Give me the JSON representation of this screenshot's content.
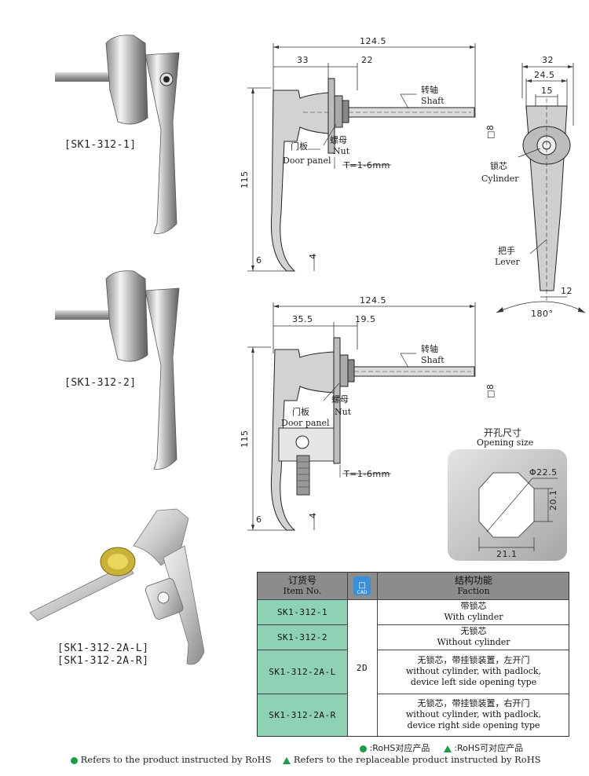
{
  "products": [
    {
      "label": "[SK1-312-1]"
    },
    {
      "label": "[SK1-312-2]"
    },
    {
      "label_l": "[SK1-312-2A-L]",
      "label_r": "[SK1-312-2A-R]"
    }
  ],
  "drawing1": {
    "dim_total": "124.5",
    "dim_left": "33",
    "dim_right": "22",
    "dim_height": "115",
    "dim_6": "6",
    "dim_4": "4",
    "dim_sq": "□8",
    "dim_t": "T=1-6mm",
    "shaft_cn": "转轴",
    "shaft_en": "Shaft",
    "nut_cn": "螺母",
    "nut_en": "Nut",
    "panel_cn": "门板",
    "panel_en": "Door panel"
  },
  "front_view": {
    "dim_32": "32",
    "dim_245": "24.5",
    "dim_15": "15",
    "dim_12": "12",
    "angle": "180°",
    "cyl_cn": "锁芯",
    "cyl_en": "Cylinder",
    "lever_cn": "把手",
    "lever_en": "Lever"
  },
  "drawing2": {
    "dim_total": "124.5",
    "dim_left": "35.5",
    "dim_right": "19.5",
    "dim_height": "115",
    "dim_6": "6",
    "dim_4": "4",
    "dim_sq": "□8",
    "dim_t": "T=1-6mm",
    "shaft_cn": "转轴",
    "shaft_en": "Shaft",
    "nut_cn": "螺母",
    "nut_en": "Nut",
    "panel_cn": "门板",
    "panel_en": "Door panel"
  },
  "opening": {
    "title_cn": "开孔尺寸",
    "title_en": "Opening size",
    "dia": "Φ22.5",
    "w": "21.1",
    "h": "20.1"
  },
  "table": {
    "col1_cn": "订货号",
    "col1_en": "Item No.",
    "cad_label": "CAD",
    "col3_cn": "结构功能",
    "col3_en": "Faction",
    "cad_value": "2D",
    "rows": [
      {
        "item": "SK1-312-1",
        "fn_cn": "带锁芯",
        "fn_en1": "With cylinder",
        "fn_en2": ""
      },
      {
        "item": "SK1-312-2",
        "fn_cn": "无锁芯",
        "fn_en1": "Without cylinder",
        "fn_en2": ""
      },
      {
        "item": "SK1-312-2A-L",
        "fn_cn": "无锁芯，带挂锁装置，左开门",
        "fn_en1": "without cylinder, with padlock,",
        "fn_en2": "device left side opening type"
      },
      {
        "item": "SK1-312-2A-R",
        "fn_cn": "无锁芯，带挂锁装置，右开门",
        "fn_en1": "without cylinder, with padlock,",
        "fn_en2": "device right side opening type"
      }
    ]
  },
  "legend": {
    "rohs_cn": ":RoHS对应产品",
    "rohs_cn2": ":RoHS可对应产品",
    "rohs_en": "Refers to the product instructed by RoHS",
    "rohs_en2": "Refers to the replaceable product instructed by RoHS"
  },
  "colors": {
    "accent_green": "#1f9a48",
    "table_green": "#8fd1b4",
    "header_gray": "#8c8c8c"
  }
}
